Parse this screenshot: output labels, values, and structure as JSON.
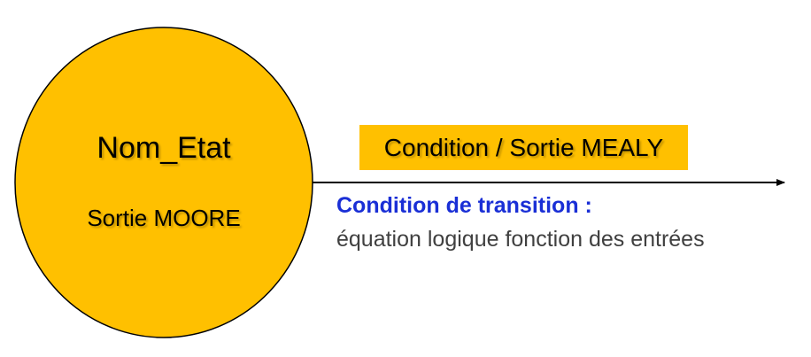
{
  "state": {
    "name": "Nom_Etat",
    "output": "Sortie MOORE"
  },
  "transition": {
    "label": "Condition / Sortie MEALY",
    "condition_title": "Condition de transition :",
    "condition_description": "équation logique fonction des entrées"
  },
  "colors": {
    "state_fill": "#ffc000",
    "label_fill": "#ffc000",
    "condition_title": "#1a2fd6",
    "condition_description": "#404040",
    "arrow": "#000000"
  }
}
